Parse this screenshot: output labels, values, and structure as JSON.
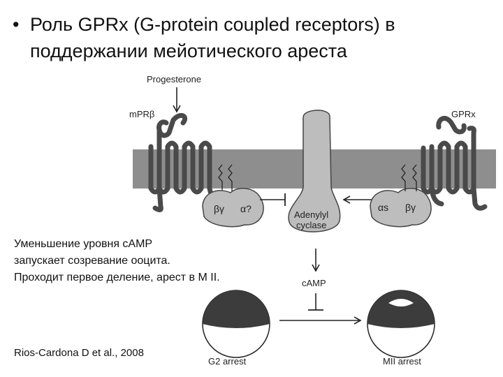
{
  "title": {
    "bullet": "•",
    "line1": "Роль GPRx (G-protein coupled receptors) в",
    "line2": "поддержании мейотического ареста"
  },
  "diagram": {
    "labels": {
      "progesterone": "Progesterone",
      "mpr": "mPRβ",
      "gprx": "GPRx",
      "adenylyl_line1": "Adenylyl",
      "adenylyl_line2": "cyclase",
      "camp": "cAMP",
      "beta_gamma_left": "βγ",
      "alpha_q": "α?",
      "alpha_s": "αs",
      "beta_gamma_right": "βγ",
      "g2_arrest": "G2 arrest",
      "mii_arrest": "MII arrest"
    },
    "colors": {
      "membrane": "#8e8e8e",
      "receptor": "#4a4a4a",
      "protein": "#bdbdbd",
      "oocyte_dark": "#3c3c3c"
    }
  },
  "caption": {
    "line1": "Уменьшение уровня cAMP",
    "line2": "запускает созревание ооцита.",
    "line3": "Проходит первое деление, арест в M II."
  },
  "citation": "Rios-Cardona D et al., 2008"
}
